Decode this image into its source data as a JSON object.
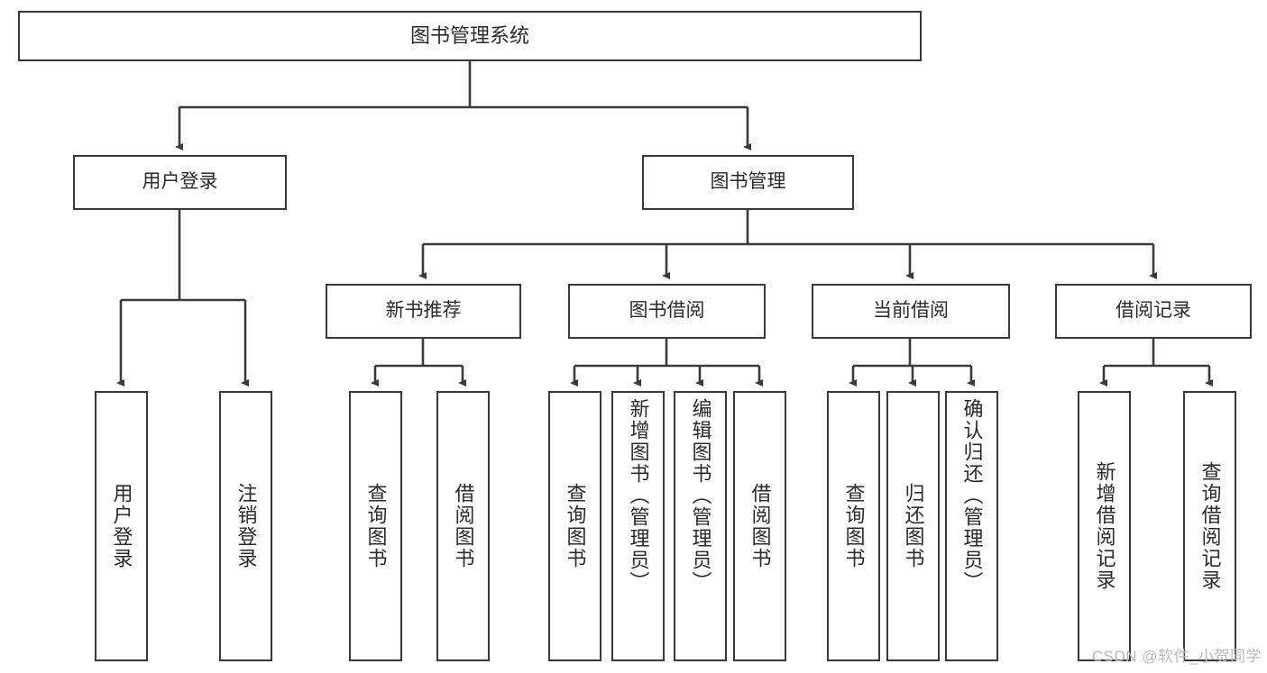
{
  "diagram": {
    "title": "图书管理系统",
    "type": "tree-structure-chart",
    "colors": {
      "box_border": "#3a3a3a",
      "box_fill": "#ffffff",
      "edge": "#3a3a3a",
      "text": "#2b2b2b",
      "watermark": "#b9b9b9"
    },
    "watermark": "CSDN @软件_小贺同学",
    "nodes": {
      "root": {
        "label": "图书管理系统"
      },
      "level2": [
        {
          "label": "用户登录"
        },
        {
          "label": "图书管理"
        }
      ],
      "level3": [
        {
          "label": "新书推荐"
        },
        {
          "label": "图书借阅"
        },
        {
          "label": "当前借阅"
        },
        {
          "label": "借阅记录"
        }
      ],
      "leaves": {
        "user_login": [
          {
            "label": "用户登录"
          },
          {
            "label": "注销登录"
          }
        ],
        "new_book_recommend": [
          {
            "label": "查询图书"
          },
          {
            "label": "借阅图书"
          }
        ],
        "book_borrow": [
          {
            "label": "查询图书"
          },
          {
            "label": "新增图书（管理员）"
          },
          {
            "label": "编辑图书（管理员）"
          },
          {
            "label": "借阅图书"
          }
        ],
        "current_borrow": [
          {
            "label": "查询图书"
          },
          {
            "label": "归还图书"
          },
          {
            "label": "确认归还（管理员）"
          }
        ],
        "borrow_record": [
          {
            "label": "新增借阅记录"
          },
          {
            "label": "查询借阅记录"
          }
        ]
      }
    }
  }
}
